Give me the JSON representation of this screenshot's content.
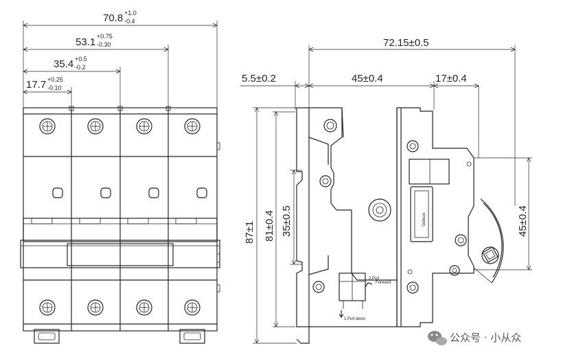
{
  "front_view": {
    "dims": {
      "overall": {
        "nominal": "70.8",
        "tol_upper": "+1.0",
        "tol_lower": "-0.4"
      },
      "three_pole": {
        "nominal": "53.1",
        "tol_upper": "+0.75",
        "tol_lower": "-0.30"
      },
      "two_pole": {
        "nominal": "35.4",
        "tol_upper": "+0.5",
        "tol_lower": "-0.2"
      },
      "one_pole": {
        "nominal": "17.7",
        "tol_upper": "+0.25",
        "tol_lower": "-0.10"
      }
    }
  },
  "side_view": {
    "dims": {
      "depth": "72.15±0.5",
      "front_offset": "5.5±0.2",
      "body_depth": "45±0.4",
      "cover_depth": "17±0.4",
      "height_total": "87±1",
      "height_body": "81±0.4",
      "rail": "35±0.5",
      "window": "45±0.4"
    },
    "labels": {
      "pull_forward": "2.Pull",
      "pull_forward_2": "Forward",
      "pull_down": "1.Pull down",
      "brand": "Sidinuo"
    }
  },
  "watermark": {
    "text": "公众号 · 小从众"
  },
  "colors": {
    "line": "#222222",
    "background": "#ffffff",
    "watermark": "#555555"
  }
}
